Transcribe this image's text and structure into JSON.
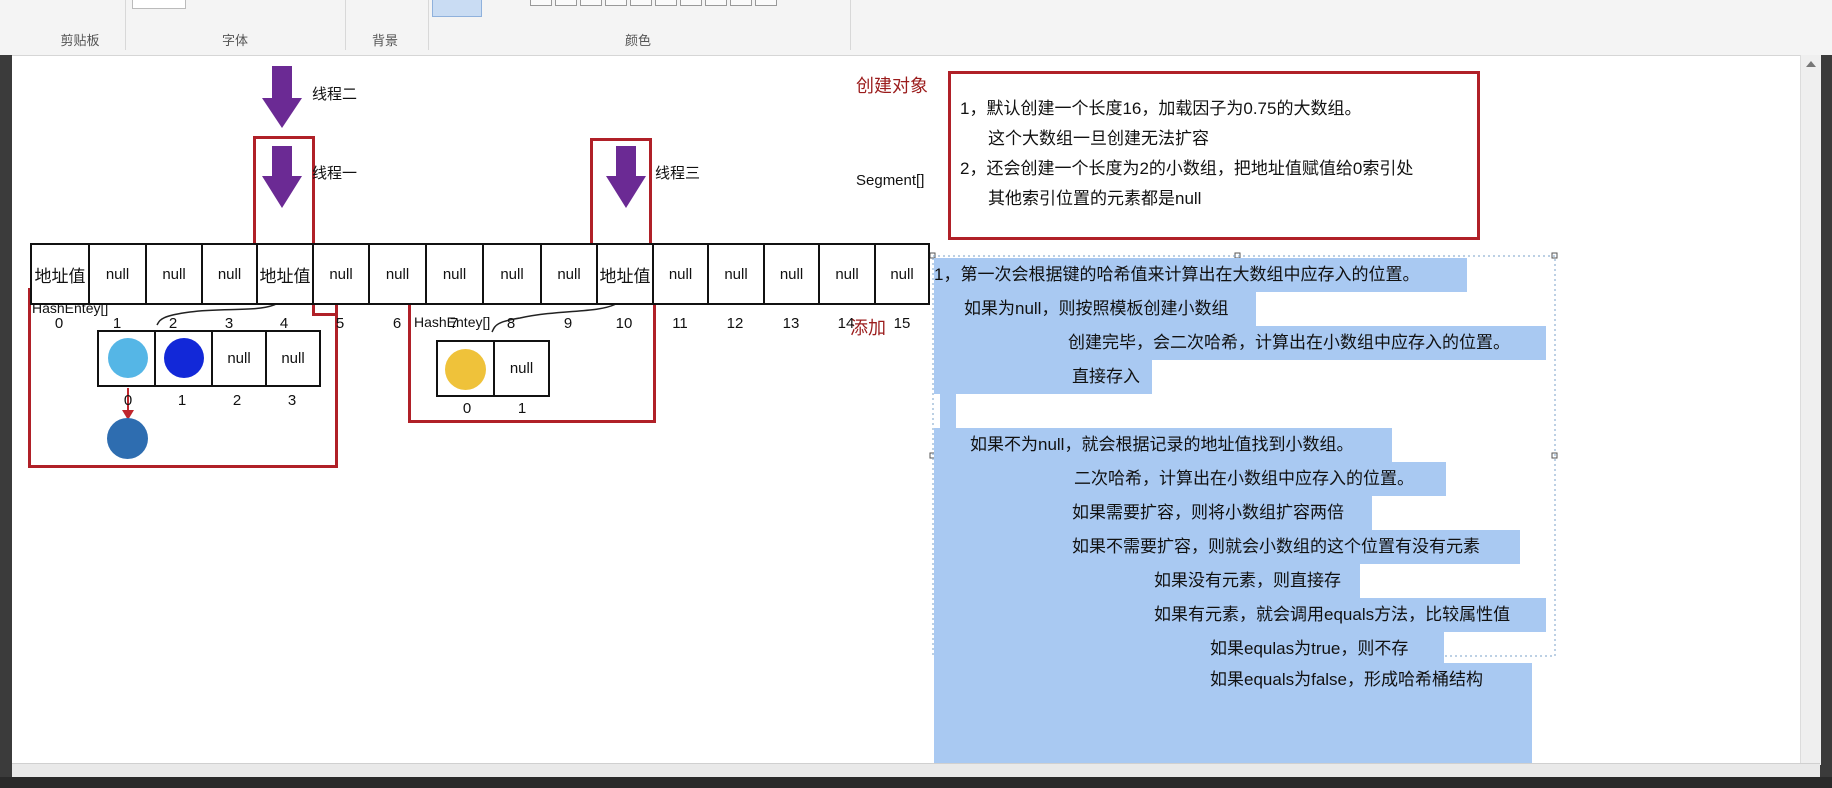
{
  "ribbon": {
    "groups": [
      "剪贴板",
      "字体",
      "背景",
      "颜色"
    ]
  },
  "diagram": {
    "thread_labels": [
      "线程二",
      "线程一",
      "线程三"
    ],
    "segment_label": "Segment[]",
    "create_object_label": "创建对象",
    "add_label": "添加",
    "segment_cells": [
      "地址值",
      "null",
      "null",
      "null",
      "地址值",
      "null",
      "null",
      "null",
      "null",
      "null",
      "地址值",
      "null",
      "null",
      "null",
      "null",
      "null"
    ],
    "segment_indices": [
      "0",
      "1",
      "2",
      "3",
      "4",
      "5",
      "6",
      "7",
      "8",
      "9",
      "10",
      "11",
      "12",
      "13",
      "14",
      "15"
    ],
    "hash_array_a": {
      "label": "HashEntey[]",
      "cells": [
        "",
        "",
        "null",
        "null"
      ],
      "indices": [
        "0",
        "1",
        "2",
        "3"
      ]
    },
    "hash_array_b": {
      "label": "HashEntey[]",
      "cells": [
        "",
        "null"
      ],
      "indices": [
        "0",
        "1"
      ]
    },
    "colors": {
      "arrow_purple": "#6b2a94",
      "box_red": "#b02028",
      "dot_light_blue": "#55b6e6",
      "dot_blue": "#1228d8",
      "dot_steel_blue": "#2e6db0",
      "dot_yellow": "#efc23a",
      "highlight": "#a9c9f2"
    }
  },
  "create_notes": [
    "1，默认创建一个长度16，加载因子为0.75的大数组。",
    "这个大数组一旦创建无法扩容",
    "2，还会创建一个长度为2的小数组，把地址值赋值给0索引处",
    "其他索引位置的元素都是null"
  ],
  "add_notes": [
    "1，第一次会根据键的哈希值来计算出在大数组中应存入的位置。",
    "如果为null，则按照模板创建小数组",
    "创建完毕，会二次哈希，计算出在小数组中应存入的位置。",
    "直接存入",
    "如果不为null，就会根据记录的地址值找到小数组。",
    "二次哈希，计算出在小数组中应存入的位置。",
    "如果需要扩容，则将小数组扩容两倍",
    "如果不需要扩容，则就会小数组的这个位置有没有元素",
    "如果没有元素，则直接存",
    "如果有元素，就会调用equals方法，比较属性值",
    "如果equlas为true，则不存",
    "如果equals为false，形成哈希桶结构"
  ]
}
